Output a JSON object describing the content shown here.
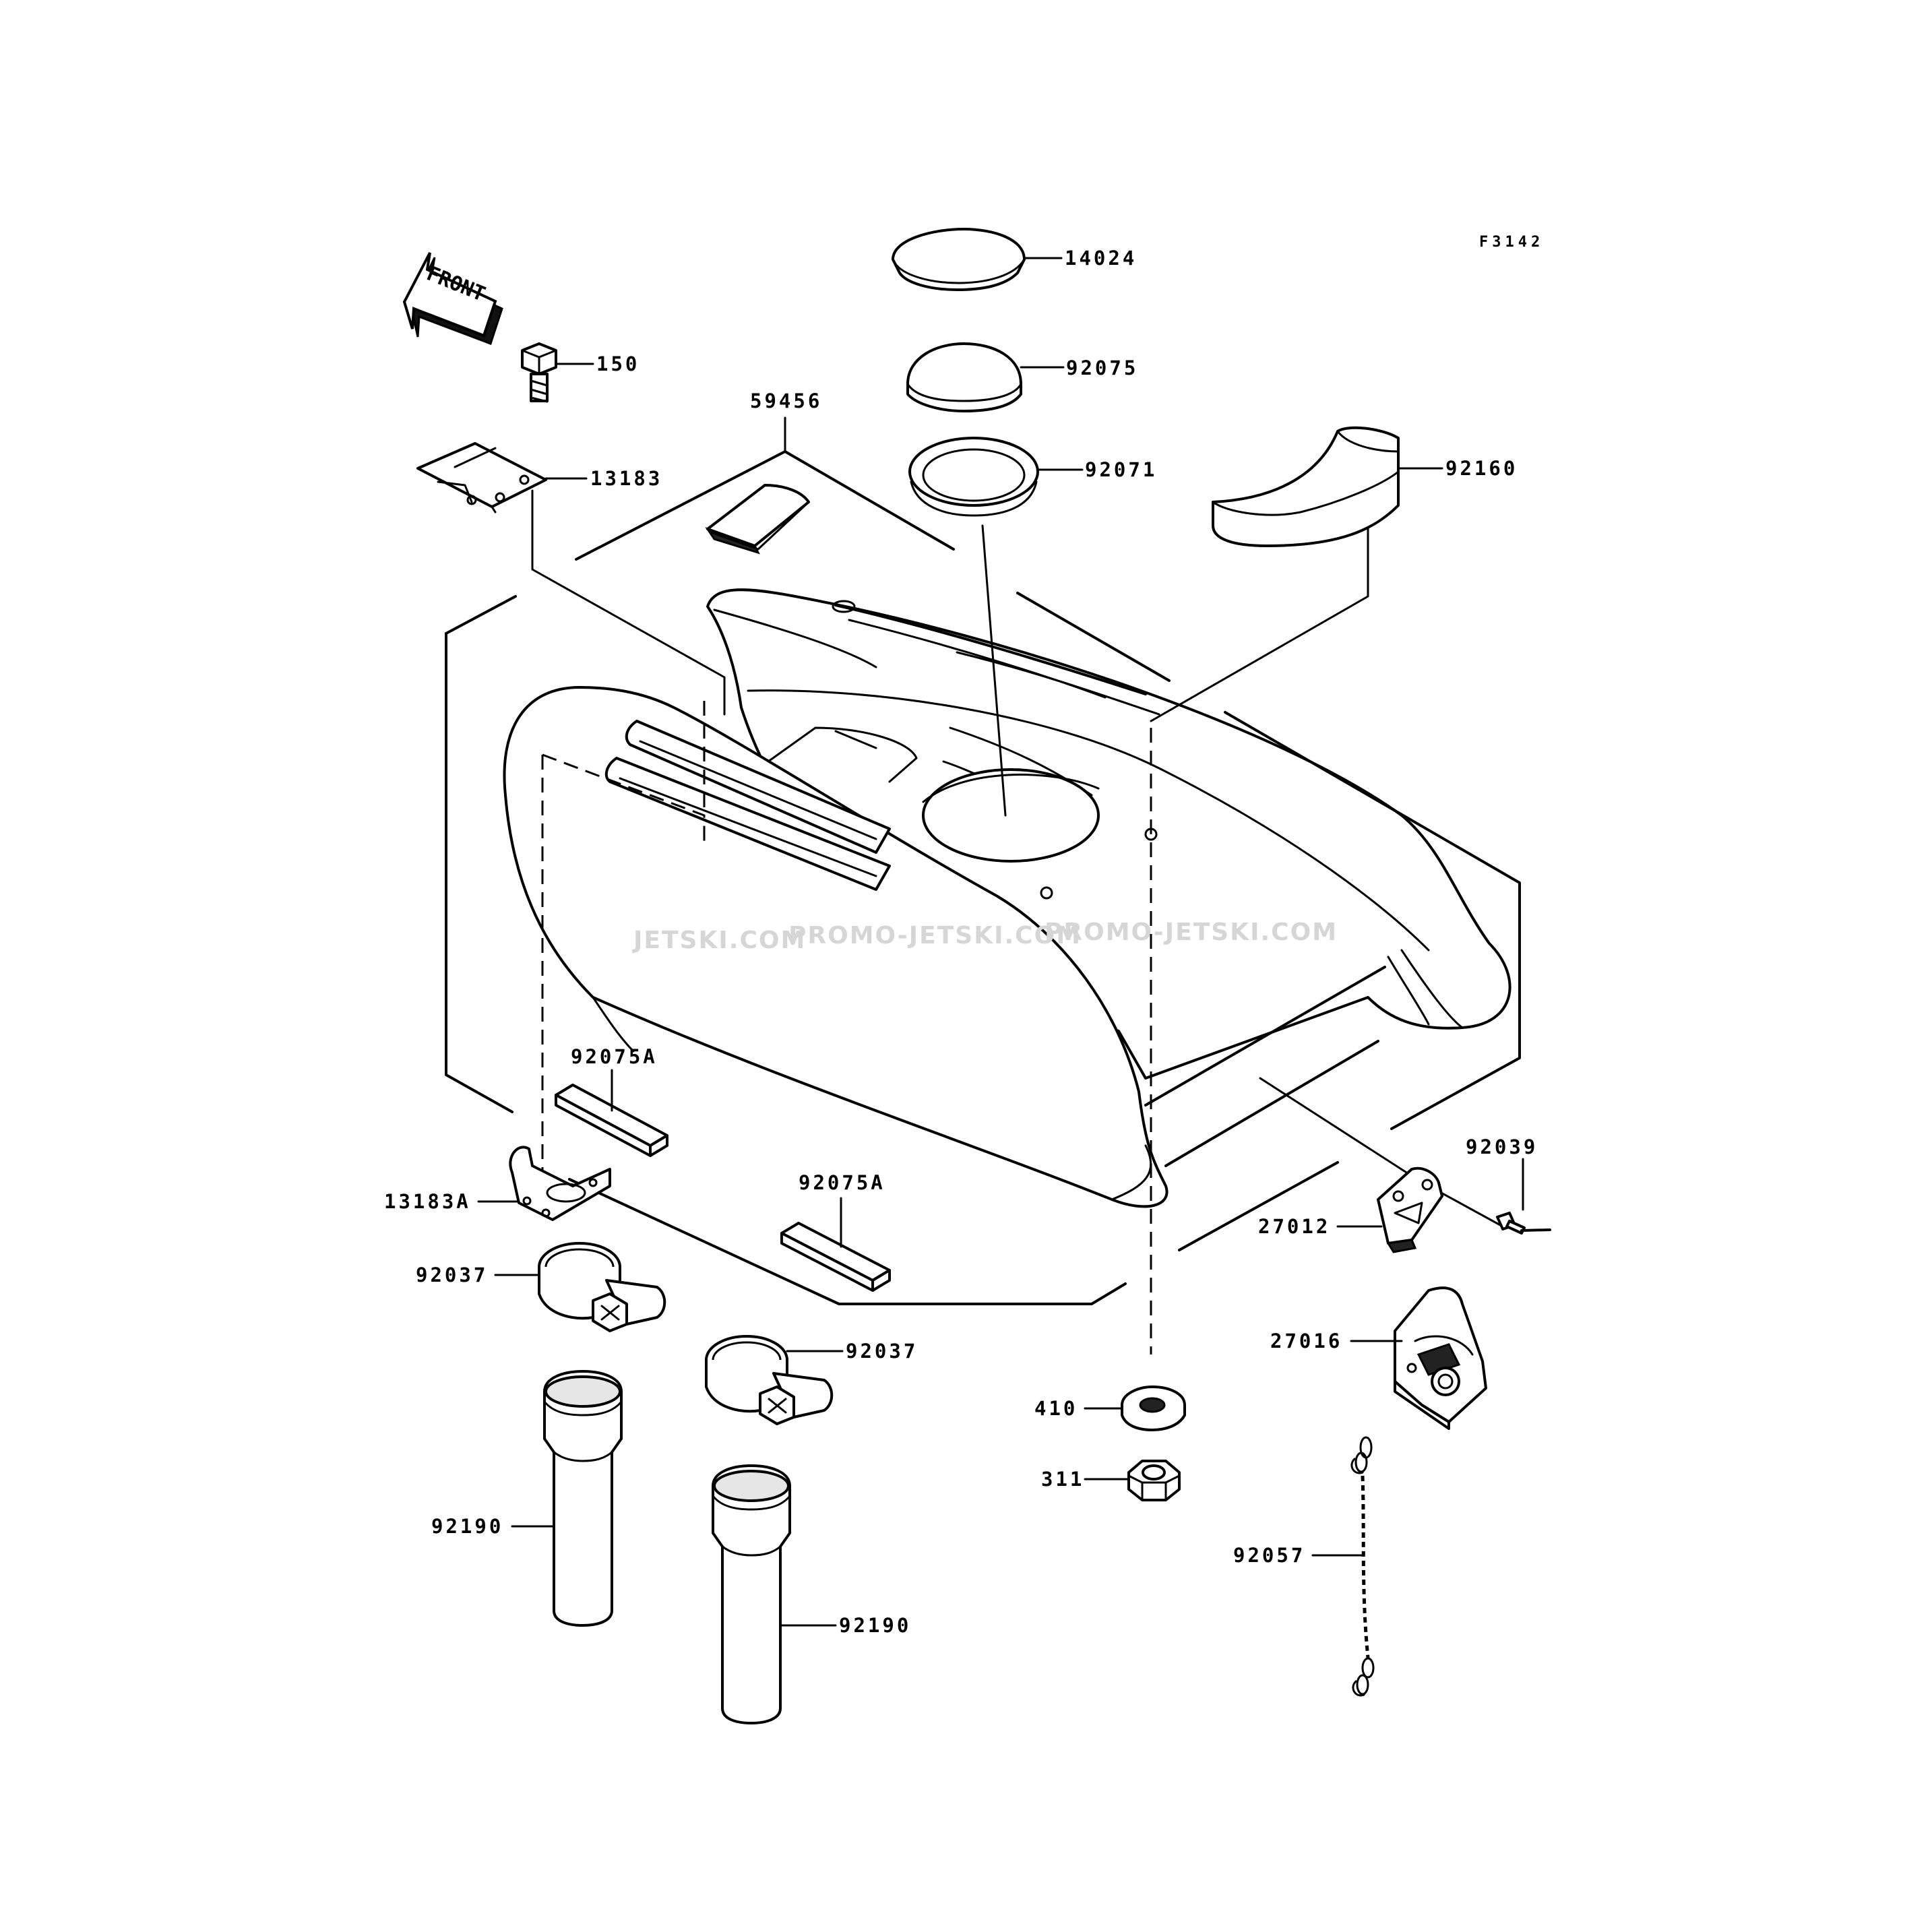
{
  "figure_code": "F3142",
  "direction_marker": "FRONT",
  "watermarks": [
    "JETSKI.COM",
    "PROMO-JETSKI.COM",
    "PROMO-JETSKI.COM"
  ],
  "part_labels": {
    "p14024": "14024",
    "p92075": "92075",
    "p150": "150",
    "p59456": "59456",
    "p92071": "92071",
    "p92160": "92160",
    "p13183": "13183",
    "p92075A_1": "92075A",
    "p92075A_2": "92075A",
    "p13183A": "13183A",
    "p92037_1": "92037",
    "p92037_2": "92037",
    "p92039": "92039",
    "p27012": "27012",
    "p27016": "27016",
    "p410": "410",
    "p311": "311",
    "p92190_1": "92190",
    "p92190_2": "92190",
    "p92057": "92057"
  }
}
